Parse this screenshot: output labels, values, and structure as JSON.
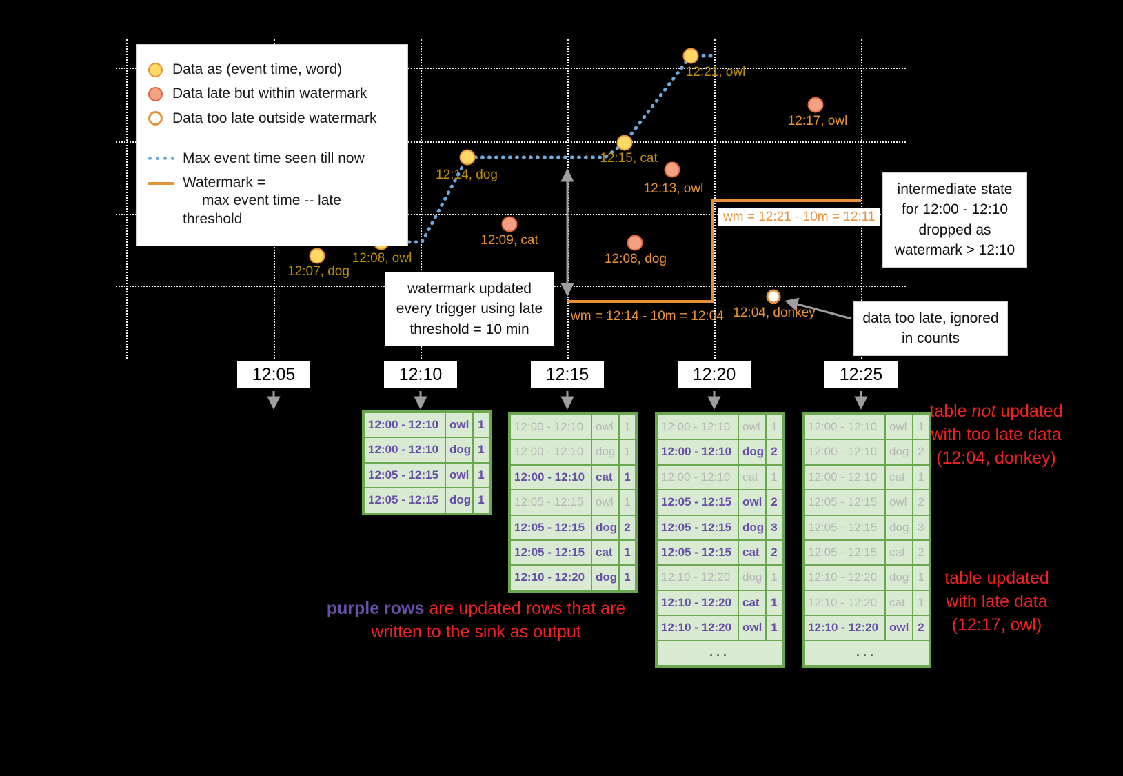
{
  "colors": {
    "background": "#000000",
    "ontime_fill": "#ffd966",
    "ontime_stroke": "#e69138",
    "late_fill": "#f4a183",
    "late_stroke": "#e0633f",
    "toolate_stroke": "#e69138",
    "max_event_line_blue": "#6fa8dc",
    "watermark_line_orange": "#e69138",
    "ontime_label": "#bf9000",
    "late_label": "#e69138",
    "table_border_green": "#6aa84f",
    "table_cell_bg": "#d9ead3",
    "updated_row_purple": "#674ea7",
    "stale_row_gray": "#b7b7b7",
    "note_red": "#ee2222",
    "arrow_gray": "#9e9e9e"
  },
  "legend": {
    "items": [
      {
        "icon": "ontime-dot",
        "label": "Data as (event time, word)"
      },
      {
        "icon": "late-dot",
        "label": "Data late but within watermark"
      },
      {
        "icon": "toolate-dot",
        "label": "Data too late outside watermark"
      },
      {
        "icon": "blue-dotted-line",
        "label": "Max event time seen till now"
      },
      {
        "icon": "orange-line",
        "label": "Watermark =",
        "label2": "max event time -- late threshold"
      }
    ]
  },
  "points": [
    {
      "kind": "ontime",
      "label": "12:07, dog"
    },
    {
      "kind": "ontime",
      "label": "12:08, owl"
    },
    {
      "kind": "ontime",
      "label": "12:14, dog"
    },
    {
      "kind": "ontime",
      "label": "12:15, cat"
    },
    {
      "kind": "ontime",
      "label": "12:21, owl"
    },
    {
      "kind": "late",
      "label": "12:09, cat"
    },
    {
      "kind": "late",
      "label": "12:13, owl"
    },
    {
      "kind": "late",
      "label": "12:08, dog"
    },
    {
      "kind": "late",
      "label": "12:17, owl"
    },
    {
      "kind": "toolate",
      "label": "12:04, donkey"
    }
  ],
  "watermark": {
    "label_1214": "wm = 12:14 - 10m = 12:04",
    "label_1221": "wm = 12:21 - 10m = 12:11"
  },
  "callouts": {
    "watermark_update": "watermark updated every trigger using late threshold = 10 min",
    "state_dropped": "intermediate state for 12:00 - 12:10 dropped as watermark > 12:10",
    "too_late": "data too late, ignored in counts"
  },
  "triggers": [
    "12:05",
    "12:10",
    "12:15",
    "12:20",
    "12:25"
  ],
  "tables": {
    "t1210": {
      "rows": [
        {
          "window": "12:00 - 12:10",
          "word": "owl",
          "count": "1",
          "updated": true
        },
        {
          "window": "12:00 - 12:10",
          "word": "dog",
          "count": "1",
          "updated": true
        },
        {
          "window": "12:05 - 12:15",
          "word": "owl",
          "count": "1",
          "updated": true
        },
        {
          "window": "12:05 - 12:15",
          "word": "dog",
          "count": "1",
          "updated": true
        }
      ]
    },
    "t1215": {
      "rows": [
        {
          "window": "12:00 - 12:10",
          "word": "owl",
          "count": "1",
          "updated": false
        },
        {
          "window": "12:00 - 12:10",
          "word": "dog",
          "count": "1",
          "updated": false
        },
        {
          "window": "12:00 - 12:10",
          "word": "cat",
          "count": "1",
          "updated": true
        },
        {
          "window": "12:05 - 12:15",
          "word": "owl",
          "count": "1",
          "updated": false
        },
        {
          "window": "12:05 - 12:15",
          "word": "dog",
          "count": "2",
          "updated": true
        },
        {
          "window": "12:05 - 12:15",
          "word": "cat",
          "count": "1",
          "updated": true
        },
        {
          "window": "12:10 - 12:20",
          "word": "dog",
          "count": "1",
          "updated": true
        }
      ]
    },
    "t1220": {
      "rows": [
        {
          "window": "12:00 - 12:10",
          "word": "owl",
          "count": "1",
          "updated": false
        },
        {
          "window": "12:00 - 12:10",
          "word": "dog",
          "count": "2",
          "updated": true
        },
        {
          "window": "12:00 - 12:10",
          "word": "cat",
          "count": "1",
          "updated": false
        },
        {
          "window": "12:05 - 12:15",
          "word": "owl",
          "count": "2",
          "updated": true
        },
        {
          "window": "12:05 - 12:15",
          "word": "dog",
          "count": "3",
          "updated": true
        },
        {
          "window": "12:05 - 12:15",
          "word": "cat",
          "count": "2",
          "updated": true
        },
        {
          "window": "12:10 - 12:20",
          "word": "dog",
          "count": "1",
          "updated": false
        },
        {
          "window": "12:10 - 12:20",
          "word": "cat",
          "count": "1",
          "updated": true
        },
        {
          "window": "12:10 - 12:20",
          "word": "owl",
          "count": "1",
          "updated": true
        }
      ],
      "more": "..."
    },
    "t1225": {
      "rows": [
        {
          "window": "12:00 - 12:10",
          "word": "owl",
          "count": "1",
          "updated": false
        },
        {
          "window": "12:00 - 12:10",
          "word": "dog",
          "count": "2",
          "updated": false
        },
        {
          "window": "12:00 - 12:10",
          "word": "cat",
          "count": "1",
          "updated": false
        },
        {
          "window": "12:05 - 12:15",
          "word": "owl",
          "count": "2",
          "updated": false
        },
        {
          "window": "12:05 - 12:15",
          "word": "dog",
          "count": "3",
          "updated": false
        },
        {
          "window": "12:05 - 12:15",
          "word": "cat",
          "count": "2",
          "updated": false
        },
        {
          "window": "12:10 - 12:20",
          "word": "dog",
          "count": "1",
          "updated": false
        },
        {
          "window": "12:10 - 12:20",
          "word": "cat",
          "count": "1",
          "updated": false
        },
        {
          "window": "12:10 - 12:20",
          "word": "owl",
          "count": "2",
          "updated": true
        }
      ],
      "more": "..."
    }
  },
  "notes": {
    "purple_rows": {
      "highlight": "purple rows",
      "rest": " are updated rows that are written to the sink as output"
    },
    "not_updated": {
      "pre": "table ",
      "em": "not",
      "post": " updated with too late data (12:04, donkey)"
    },
    "late_updated": "table updated with late data (12:17, owl)"
  }
}
